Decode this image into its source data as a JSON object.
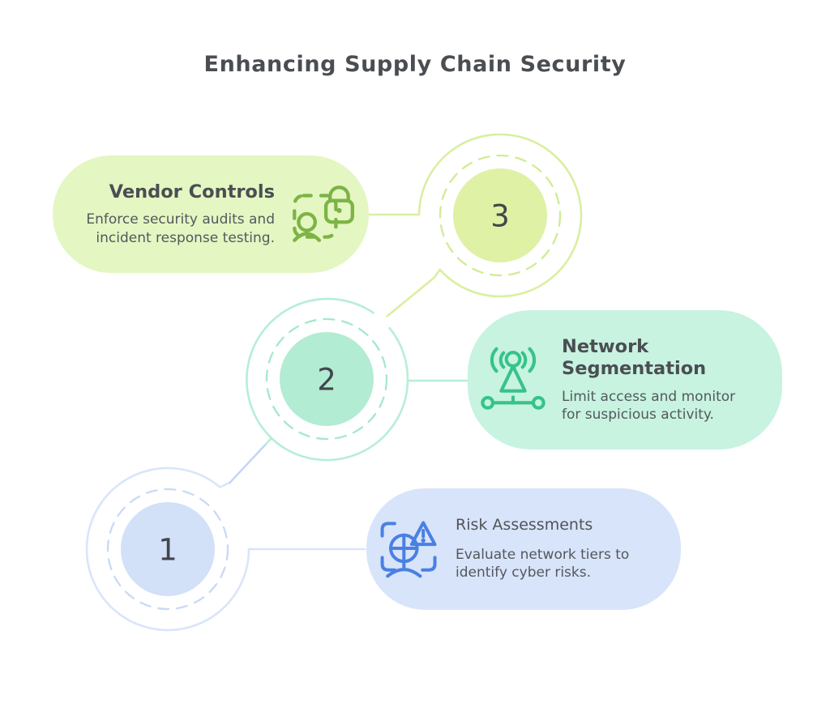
{
  "title": "Enhancing Supply Chain Security",
  "title_color": "#4a4e52",
  "body_text_color": "#54585d",
  "number_color": "#42464b",
  "background": "#ffffff",
  "steps": [
    {
      "number": "1",
      "title": "Risk Assessments",
      "description": "Evaluate network tiers to identify cyber risks.",
      "icon": "globe-warning-icon",
      "colors": {
        "card_bg": "#d8e4f9",
        "circle_fill": "#d2e0f8",
        "outer_ring": "#d9e5fa",
        "dashed_ring": "#c9d9f7",
        "connector": "#c5d6f6",
        "icon": "#4a80e4"
      }
    },
    {
      "number": "2",
      "title": "Network Segmentation",
      "description": "Limit access and monitor for suspicious activity.",
      "icon": "antenna-network-icon",
      "colors": {
        "card_bg": "#c7f3e0",
        "circle_fill": "#b2ecd3",
        "outer_ring": "#b7eed6",
        "dashed_ring": "#a5e8ca",
        "connector": "#b7eed6",
        "icon": "#36c389"
      }
    },
    {
      "number": "3",
      "title": "Vendor Controls",
      "description": "Enforce security audits and incident response testing.",
      "icon": "person-lock-icon",
      "colors": {
        "card_bg": "#e4f6c2",
        "circle_fill": "#def1a5",
        "outer_ring": "#d9efa0",
        "dashed_ring": "#d0ec93",
        "connector": "#d9efa0",
        "icon": "#7cb445"
      }
    }
  ]
}
